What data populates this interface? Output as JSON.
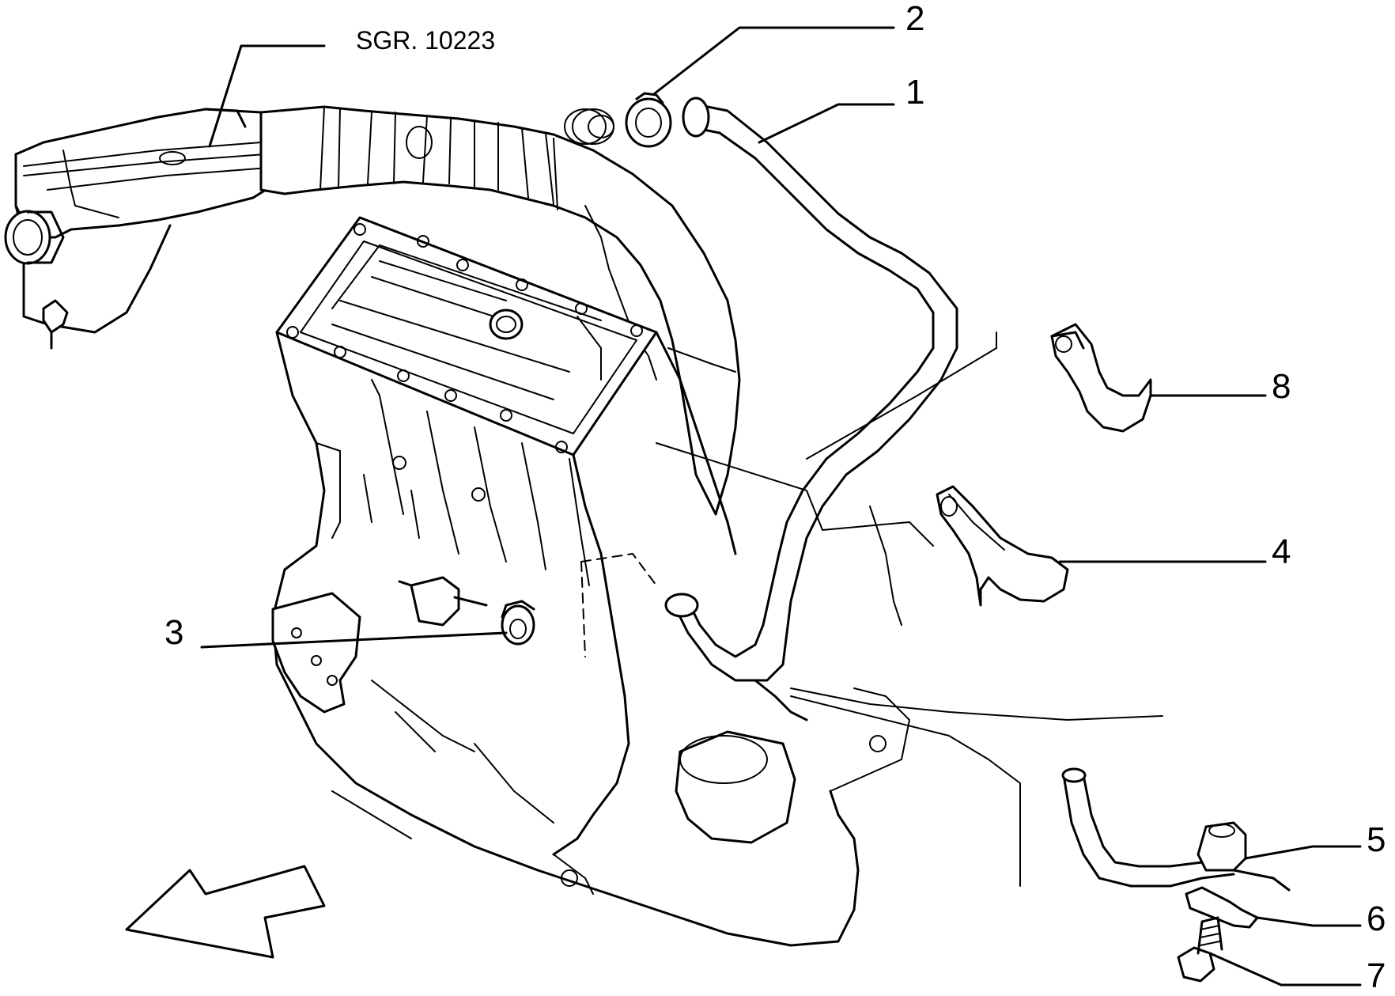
{
  "reference": "SGR. 10223",
  "callouts": [
    {
      "id": "c1",
      "label": "1"
    },
    {
      "id": "c2",
      "label": "2"
    },
    {
      "id": "c3",
      "label": "3"
    },
    {
      "id": "c4",
      "label": "4"
    },
    {
      "id": "c5",
      "label": "5"
    },
    {
      "id": "c6",
      "label": "6"
    },
    {
      "id": "c7",
      "label": "7"
    },
    {
      "id": "c8",
      "label": "8"
    }
  ],
  "colors": {
    "line": "#000000",
    "background": "#ffffff"
  }
}
